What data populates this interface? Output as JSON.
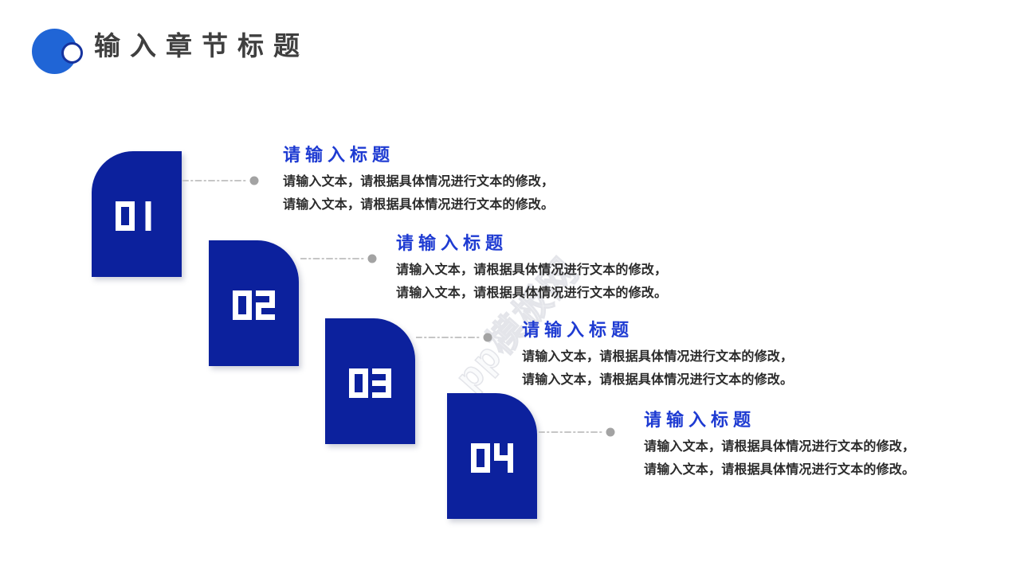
{
  "slide": {
    "header": {
      "title": "输入章节标题"
    },
    "watermark": "pp模板网",
    "items": [
      {
        "number": "01",
        "title": "请输入标题",
        "body_line1": "请输入文本，请根据具体情况进行文本的修改，",
        "body_line2": "请输入文本，请根据具体情况进行文本的修改。"
      },
      {
        "number": "02",
        "title": "请输入标题",
        "body_line1": "请输入文本，请根据具体情况进行文本的修改，",
        "body_line2": "请输入文本，请根据具体情况进行文本的修改。"
      },
      {
        "number": "03",
        "title": "请输入标题",
        "body_line1": "请输入文本，请根据具体情况进行文本的修改，",
        "body_line2": "请输入文本，请根据具体情况进行文本的修改。"
      },
      {
        "number": "04",
        "title": "请输入标题",
        "body_line1": "请输入文本，请根据具体情况进行文本的修改，",
        "body_line2": "请输入文本，请根据具体情况进行文本的修改。"
      }
    ],
    "colors": {
      "shape_blue": "#0C219D",
      "title_blue": "#1E3BD2",
      "circle_blue": "#2065D6",
      "ring_blue": "#16339E",
      "heading_gray": "#3F3F3F",
      "body_gray": "#2B2B2B",
      "connector_gray": "#C6C6C6",
      "dot_gray": "#A3A3A3",
      "digit_white": "#FFFFFF"
    }
  }
}
